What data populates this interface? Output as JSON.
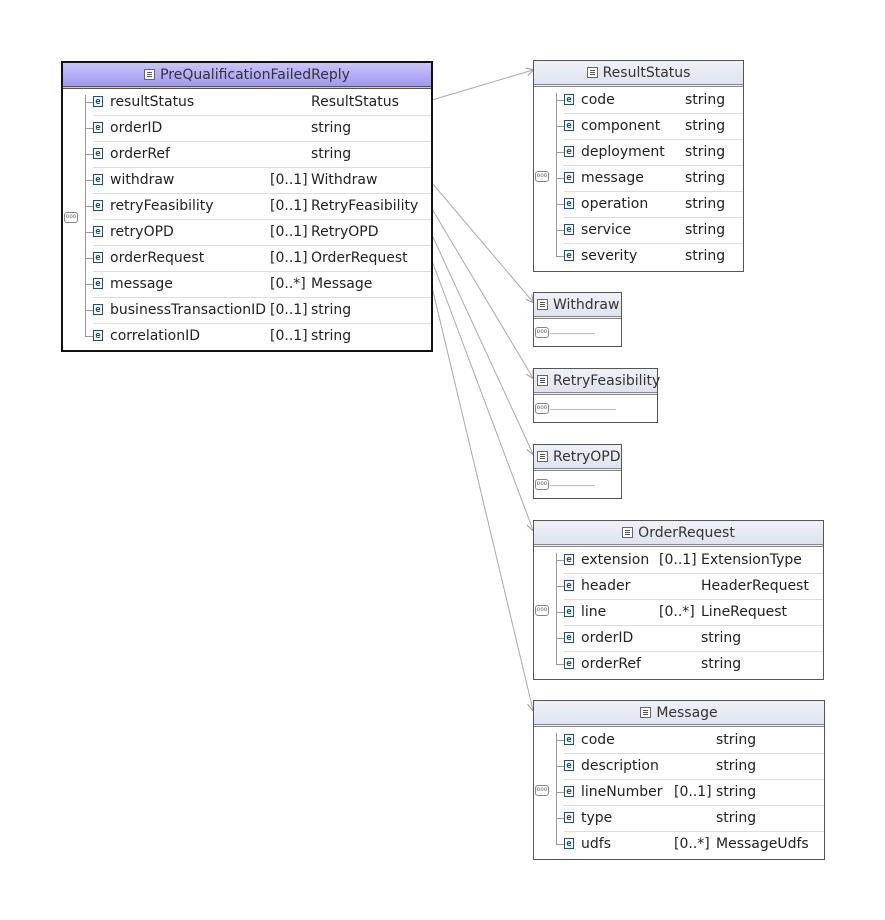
{
  "root": {
    "title": "PreQualificationFailedReply",
    "rows": [
      {
        "name": "resultStatus",
        "card": "",
        "type": "ResultStatus"
      },
      {
        "name": "orderID",
        "card": "",
        "type": "string"
      },
      {
        "name": "orderRef",
        "card": "",
        "type": "string"
      },
      {
        "name": "withdraw",
        "card": "[0..1]",
        "type": "Withdraw"
      },
      {
        "name": "retryFeasibility",
        "card": "[0..1]",
        "type": "RetryFeasibility"
      },
      {
        "name": "retryOPD",
        "card": "[0..1]",
        "type": "RetryOPD"
      },
      {
        "name": "orderRequest",
        "card": "[0..1]",
        "type": "OrderRequest"
      },
      {
        "name": "message",
        "card": "[0..*]",
        "type": "Message"
      },
      {
        "name": "businessTransactionID",
        "card": "[0..1]",
        "type": "string"
      },
      {
        "name": "correlationID",
        "card": "[0..1]",
        "type": "string"
      }
    ]
  },
  "resultStatus": {
    "title": "ResultStatus",
    "rows": [
      {
        "name": "code",
        "card": "",
        "type": "string"
      },
      {
        "name": "component",
        "card": "",
        "type": "string"
      },
      {
        "name": "deployment",
        "card": "",
        "type": "string"
      },
      {
        "name": "message",
        "card": "",
        "type": "string"
      },
      {
        "name": "operation",
        "card": "",
        "type": "string"
      },
      {
        "name": "service",
        "card": "",
        "type": "string"
      },
      {
        "name": "severity",
        "card": "",
        "type": "string"
      }
    ]
  },
  "withdraw": {
    "title": "Withdraw"
  },
  "retryFeasibility": {
    "title": "RetryFeasibility"
  },
  "retryOPD": {
    "title": "RetryOPD"
  },
  "orderRequest": {
    "title": "OrderRequest",
    "rows": [
      {
        "name": "extension",
        "card": "[0..1]",
        "type": "ExtensionType"
      },
      {
        "name": "header",
        "card": "",
        "type": "HeaderRequest"
      },
      {
        "name": "line",
        "card": "[0..*]",
        "type": "LineRequest"
      },
      {
        "name": "orderID",
        "card": "",
        "type": "string"
      },
      {
        "name": "orderRef",
        "card": "",
        "type": "string"
      }
    ]
  },
  "message": {
    "title": "Message",
    "rows": [
      {
        "name": "code",
        "card": "",
        "type": "string"
      },
      {
        "name": "description",
        "card": "",
        "type": "string"
      },
      {
        "name": "lineNumber",
        "card": "[0..1]",
        "type": "string"
      },
      {
        "name": "type",
        "card": "",
        "type": "string"
      },
      {
        "name": "udfs",
        "card": "[0..*]",
        "type": "MessageUdfs"
      }
    ]
  }
}
